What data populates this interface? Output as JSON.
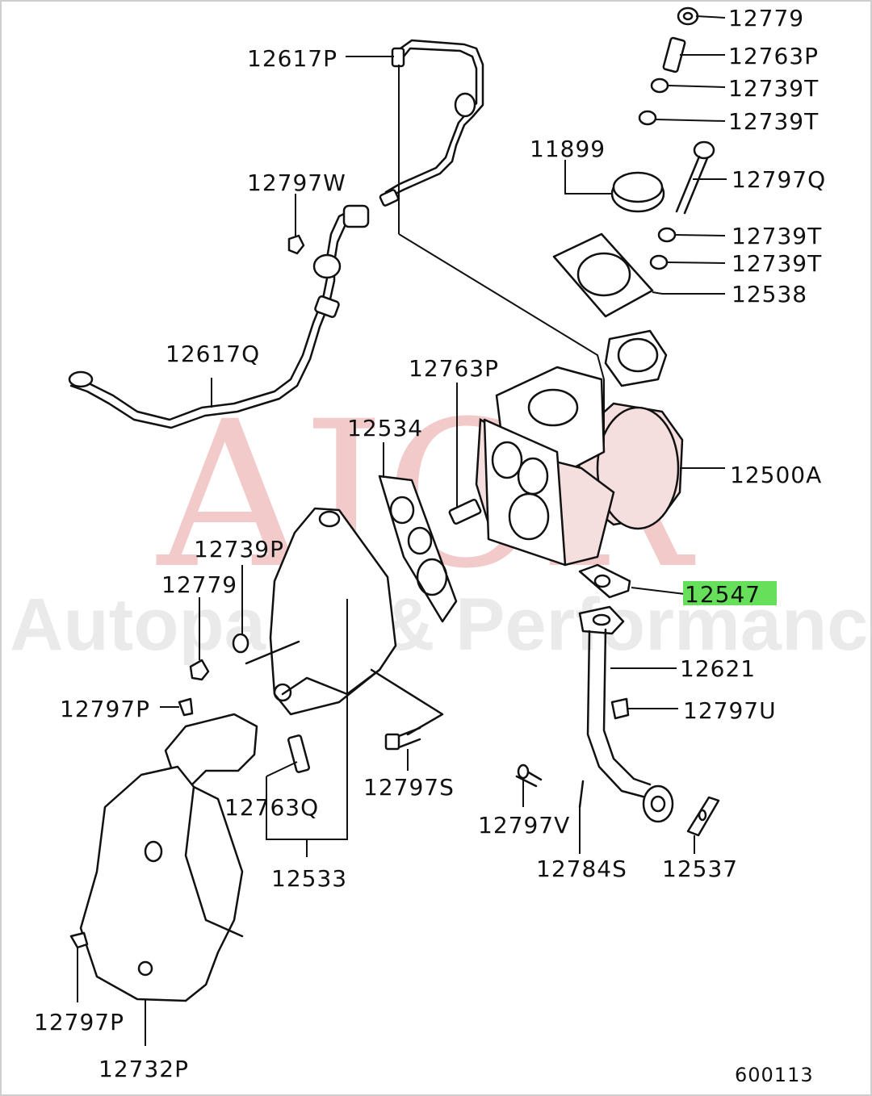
{
  "watermark": {
    "brand": "AJCR",
    "tagline": "Autoparts & Performance"
  },
  "highlight_color": "#66e05a",
  "reference_code": "600113",
  "callouts": [
    {
      "id": "c1",
      "text": "12779"
    },
    {
      "id": "c2",
      "text": "12763P"
    },
    {
      "id": "c3",
      "text": "12739T"
    },
    {
      "id": "c4",
      "text": "12739T"
    },
    {
      "id": "c5",
      "text": "11899"
    },
    {
      "id": "c6",
      "text": "12797Q"
    },
    {
      "id": "c7",
      "text": "12739T"
    },
    {
      "id": "c8",
      "text": "12739T"
    },
    {
      "id": "c9",
      "text": "12538"
    },
    {
      "id": "c10",
      "text": "12617P"
    },
    {
      "id": "c11",
      "text": "12797W"
    },
    {
      "id": "c12",
      "text": "12617Q"
    },
    {
      "id": "c13",
      "text": "12763P"
    },
    {
      "id": "c14",
      "text": "12534"
    },
    {
      "id": "c15",
      "text": "12500A"
    },
    {
      "id": "c16",
      "text": "12739P"
    },
    {
      "id": "c17",
      "text": "12779"
    },
    {
      "id": "c18",
      "text": "12547",
      "highlighted": true
    },
    {
      "id": "c19",
      "text": "12621"
    },
    {
      "id": "c20",
      "text": "12797U"
    },
    {
      "id": "c21",
      "text": "12797P"
    },
    {
      "id": "c22",
      "text": "12797S"
    },
    {
      "id": "c23",
      "text": "12763Q"
    },
    {
      "id": "c24",
      "text": "12533"
    },
    {
      "id": "c25",
      "text": "12797V"
    },
    {
      "id": "c26",
      "text": "12784S"
    },
    {
      "id": "c27",
      "text": "12537"
    },
    {
      "id": "c28",
      "text": "12797P"
    },
    {
      "id": "c29",
      "text": "12732P"
    }
  ]
}
